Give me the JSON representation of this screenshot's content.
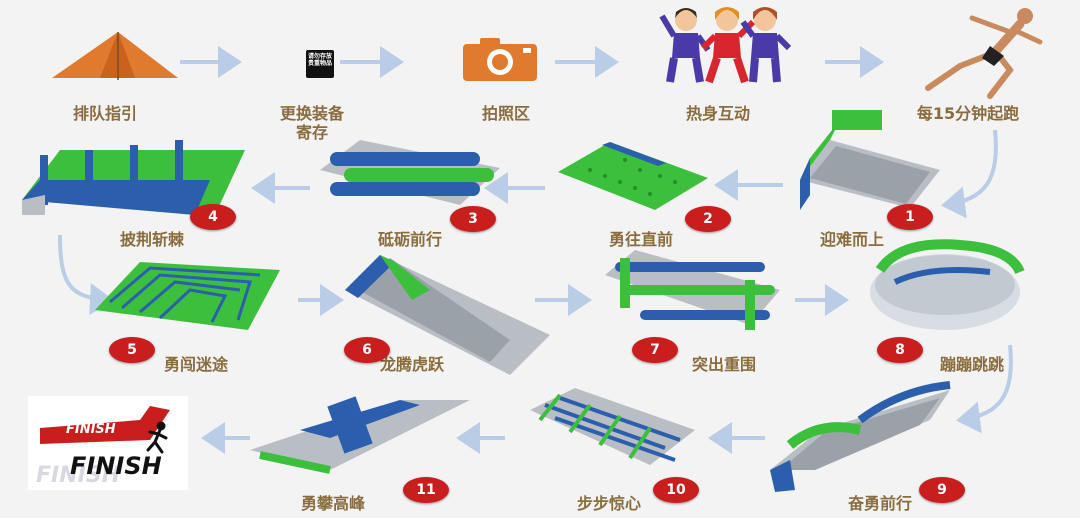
{
  "steps": [
    {
      "id": "queue",
      "label": "排队指引"
    },
    {
      "id": "change",
      "label": "更换装备\n寄存"
    },
    {
      "id": "photo",
      "label": "拍照区"
    },
    {
      "id": "warmup",
      "label": "热身互动"
    },
    {
      "id": "start",
      "label": "每15分钟起跑"
    },
    {
      "id": "s1",
      "label": "迎难而上",
      "num": "1"
    },
    {
      "id": "s2",
      "label": "勇往直前",
      "num": "2"
    },
    {
      "id": "s3",
      "label": "砥砺前行",
      "num": "3"
    },
    {
      "id": "s4",
      "label": "披荆斩棘",
      "num": "4"
    },
    {
      "id": "s5",
      "label": "勇闯迷途",
      "num": "5"
    },
    {
      "id": "s6",
      "label": "龙腾虎跃",
      "num": "6"
    },
    {
      "id": "s7",
      "label": "突出重围",
      "num": "7"
    },
    {
      "id": "s8",
      "label": "蹦蹦跳跳",
      "num": "8"
    },
    {
      "id": "s9",
      "label": "奋勇前行",
      "num": "9"
    },
    {
      "id": "s10",
      "label": "步步惊心",
      "num": "10"
    },
    {
      "id": "s11",
      "label": "勇攀高峰",
      "num": "11"
    }
  ],
  "storage_box_text": "请勿存放\n贵重物品",
  "finish": {
    "ribbon": "FINISH",
    "main": "FINISH",
    "shadow": "FINISH"
  },
  "colors": {
    "label": "#8a6d3e",
    "badge": "#c81e1e",
    "arrow": "#b9cde6",
    "green": "#3cbf3c",
    "blue": "#2b5fae",
    "gray": "#b9bec4",
    "orange": "#e07a2e"
  }
}
